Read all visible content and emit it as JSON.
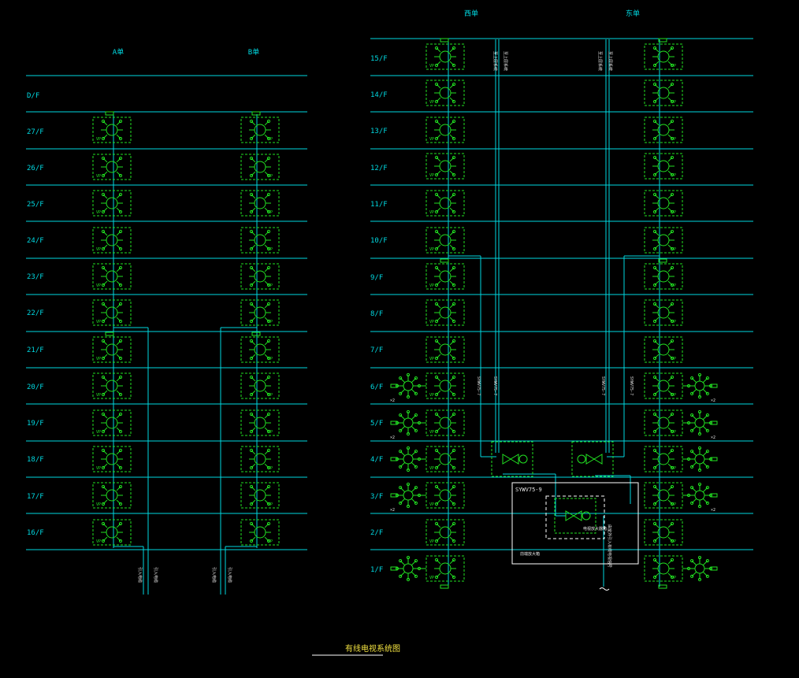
{
  "colors": {
    "background": "#000000",
    "floor_line": "#00d8e0",
    "riser": "#00d8e0",
    "device": "#22e022",
    "label": "#00d8e0",
    "title": "#f0e040",
    "box": "#ffffff"
  },
  "left_section": {
    "unit_a_label": "A单",
    "unit_b_label": "B单",
    "floors": [
      "D/F",
      "27/F",
      "26/F",
      "25/F",
      "24/F",
      "23/F",
      "22/F",
      "21/F",
      "20/F",
      "19/F",
      "18/F",
      "17/F",
      "16/F"
    ],
    "cable_labels": [
      "引入电缆",
      "引入电缆",
      "引入电缆",
      "引入电缆"
    ]
  },
  "right_section": {
    "unit_west_label": "西单",
    "unit_east_label": "东单",
    "floors": [
      "15/F",
      "14/F",
      "13/F",
      "12/F",
      "11/F",
      "10/F",
      "9/F",
      "8/F",
      "7/F",
      "6/F",
      "5/F",
      "4/F",
      "3/F",
      "2/F",
      "1/F"
    ],
    "riser_cable_labels": [
      "SYWV75-7",
      "SYWV75-7",
      "SYWV75-7",
      "SYWV75-7"
    ],
    "top_cable_labels": [
      "至上层系统",
      "至上层系统",
      "至上层系统",
      "至上层系统"
    ],
    "x2_label": "×2",
    "amp_box": {
      "model": "SYWV75-9",
      "caption": "前端放大箱",
      "amp_note": "电视放大器箱",
      "incoming_note": "由室外引入有线电视信号"
    }
  },
  "device_text": {
    "vp": "VP"
  },
  "title": "有线电视系统图"
}
